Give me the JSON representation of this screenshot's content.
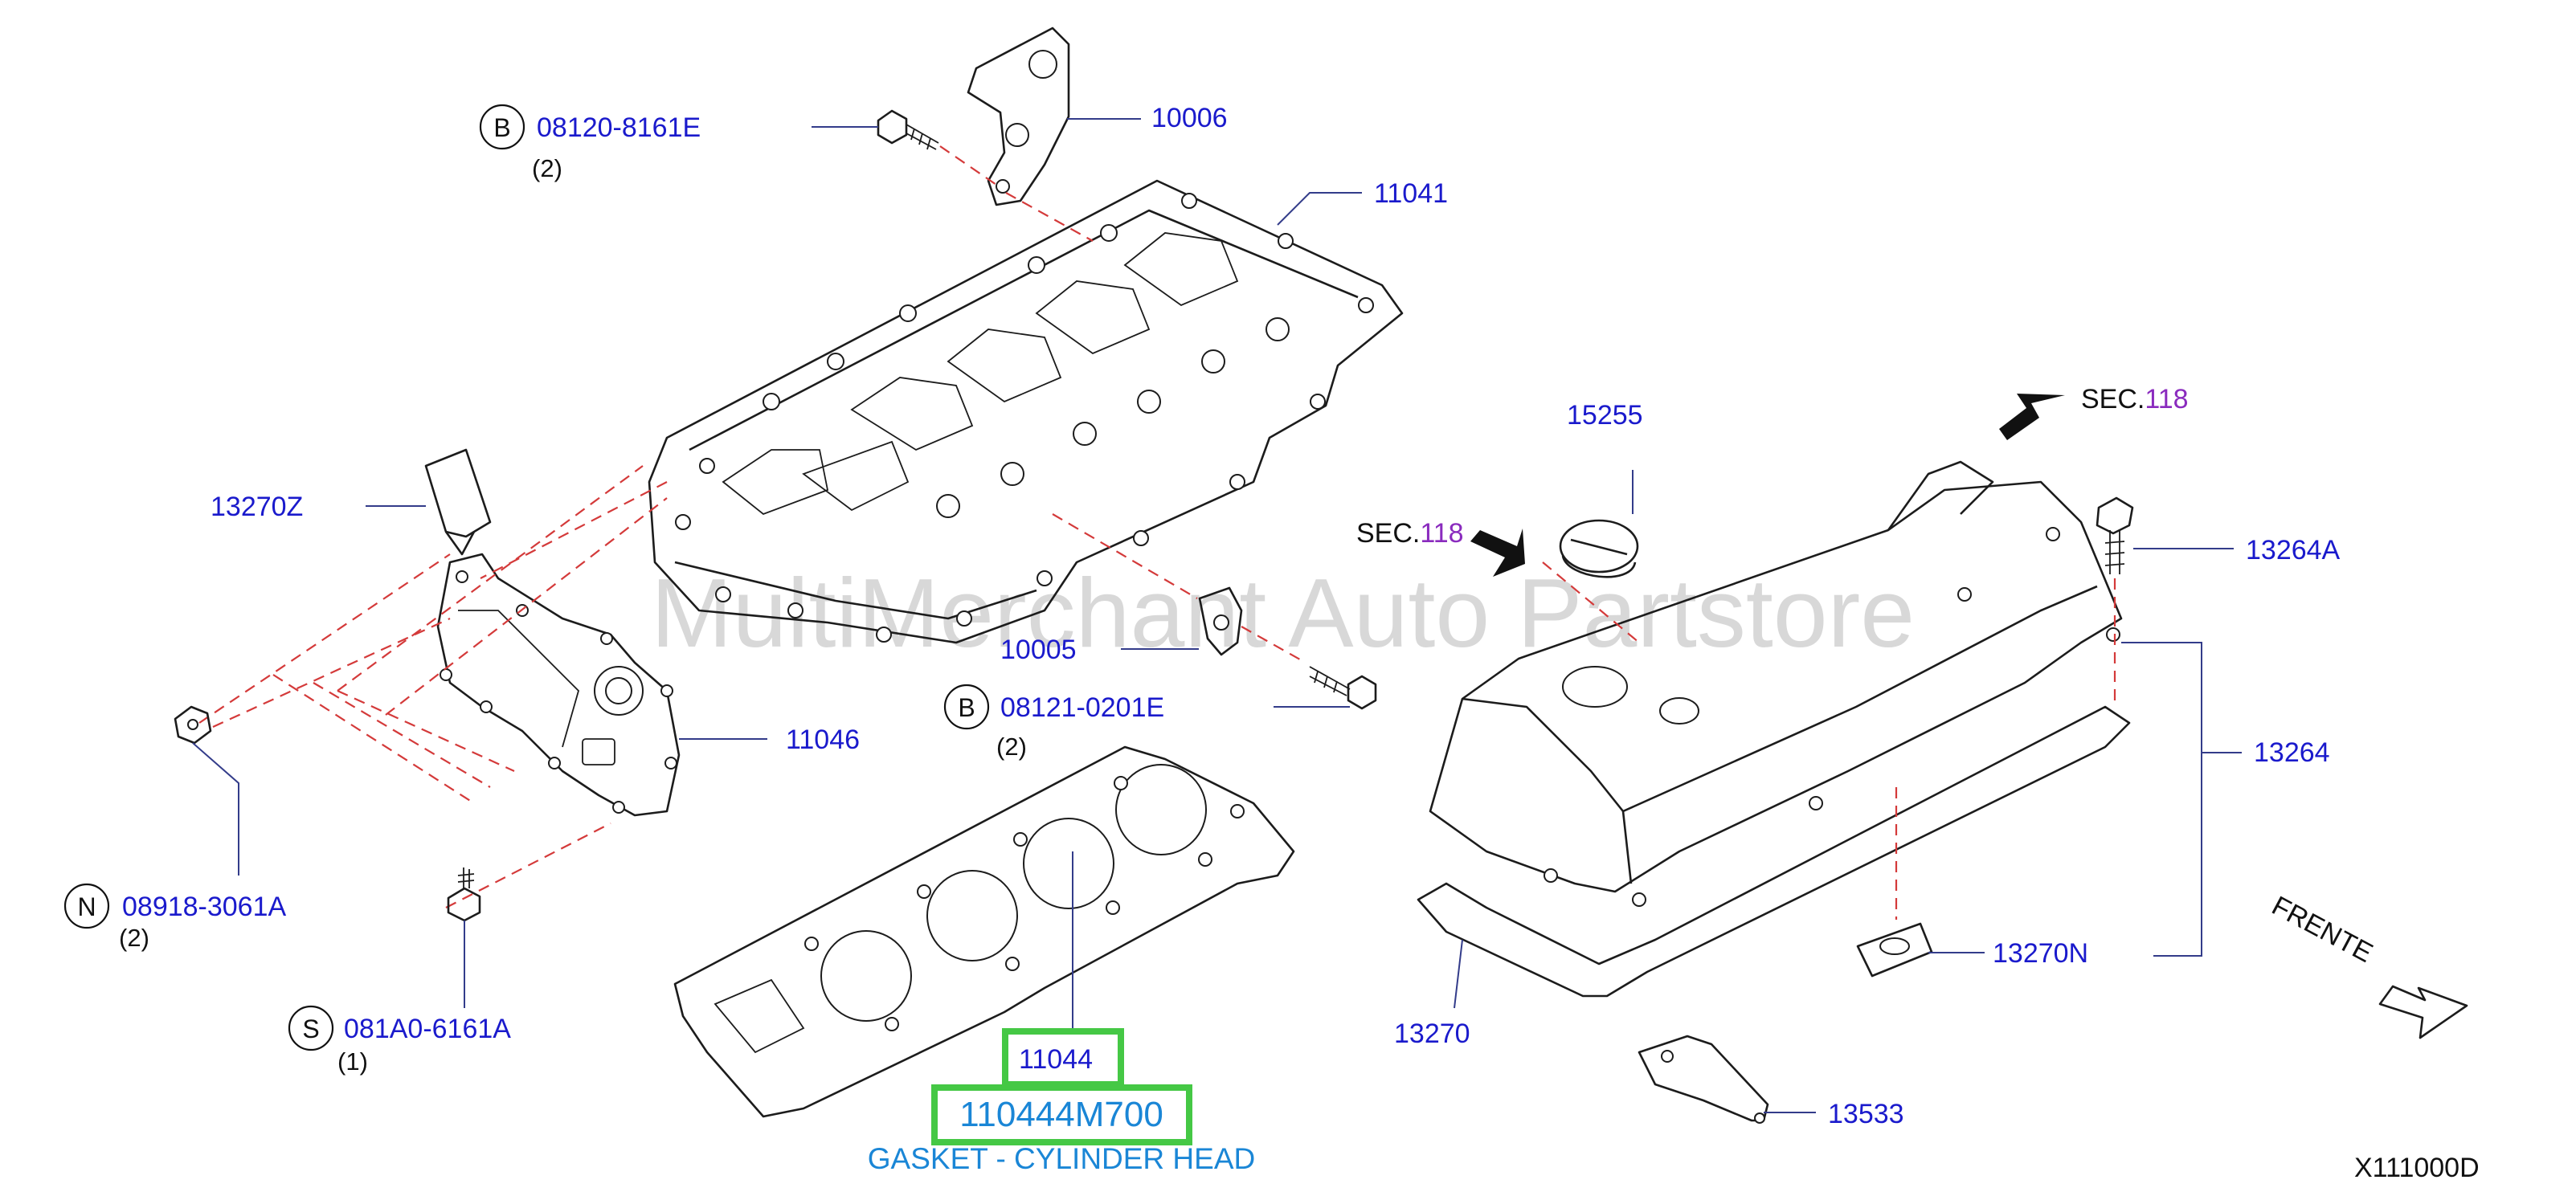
{
  "diagram": {
    "code": "X111000D",
    "watermark": "MultiMerchant Auto Partstore",
    "direction_label": "FRENTE",
    "section_ref": {
      "prefix": "SEC.",
      "number": "118"
    },
    "description": "GASKET - CYLINDER HEAD",
    "highlighted_part_number": "110444M700",
    "callouts": {
      "c10006": "10006",
      "c11041": "11041",
      "c15255": "15255",
      "c13270z": "13270Z",
      "c13264a": "13264A",
      "c10005": "10005",
      "c11046": "11046",
      "c13264": "13264",
      "c13270n": "13270N",
      "c13270": "13270",
      "c11044": "11044",
      "c13533": "13533"
    },
    "fasteners": [
      {
        "marker": "B",
        "part": "08120-8161E",
        "qty": "(2)"
      },
      {
        "marker": "B",
        "part": "08121-0201E",
        "qty": "(2)"
      },
      {
        "marker": "N",
        "part": "08918-3061A",
        "qty": "(2)"
      },
      {
        "marker": "S",
        "part": "081A0-6161A",
        "qty": "(1)"
      }
    ]
  },
  "colors": {
    "callout": "#1a1acc",
    "section_number": "#8a2bbe",
    "highlight": "#45c845",
    "description": "#1a86d6",
    "dashed_line": "#d43a3a"
  }
}
